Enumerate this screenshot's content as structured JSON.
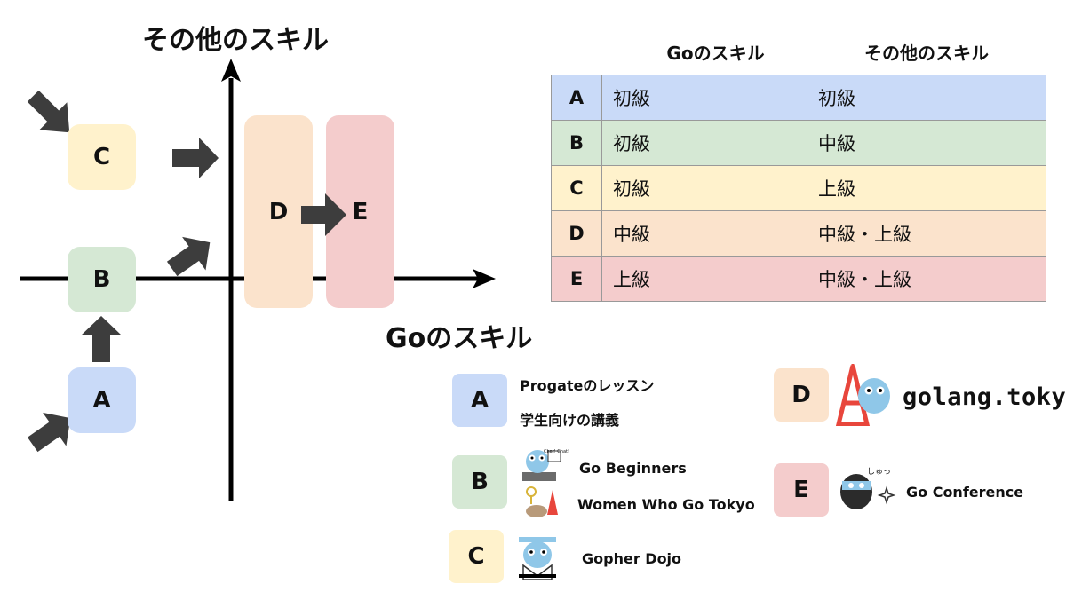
{
  "diagram": {
    "y_axis_label": "その他のスキル",
    "x_axis_label": "Goのスキル",
    "boxes": {
      "a": "A",
      "b": "B",
      "c": "C",
      "d": "D",
      "e": "E"
    }
  },
  "table": {
    "headers": {
      "go": "Goのスキル",
      "other": "その他のスキル"
    },
    "rows": [
      {
        "key": "A",
        "go": "初級",
        "other": "初級"
      },
      {
        "key": "B",
        "go": "初級",
        "other": "中級"
      },
      {
        "key": "C",
        "go": "初級",
        "other": "上級"
      },
      {
        "key": "D",
        "go": "中級",
        "other": "中級・上級"
      },
      {
        "key": "E",
        "go": "上級",
        "other": "中級・上級"
      }
    ]
  },
  "legend": {
    "a": {
      "key": "A",
      "items": [
        "Progateのレッスン",
        "学生向けの講義"
      ]
    },
    "b": {
      "key": "B",
      "items": [
        "Go Beginners",
        "Women Who Go Tokyo"
      ],
      "badge": "Chat! Chat!"
    },
    "c": {
      "key": "C",
      "items": [
        "Gopher Dojo"
      ]
    },
    "d": {
      "key": "D",
      "logo_text": "golang.tokyo"
    },
    "e": {
      "key": "E",
      "items": [
        "Go Conference"
      ],
      "badge": "しゅっ"
    }
  },
  "colors": {
    "a": "#c9daf8",
    "b": "#d5e8d4",
    "c": "#fff2cc",
    "d": "#fbe3cc",
    "e": "#f4cccc",
    "arrow": "#3d3d3d",
    "gopher": "#8fc7e8",
    "tower": "#e8463c"
  }
}
